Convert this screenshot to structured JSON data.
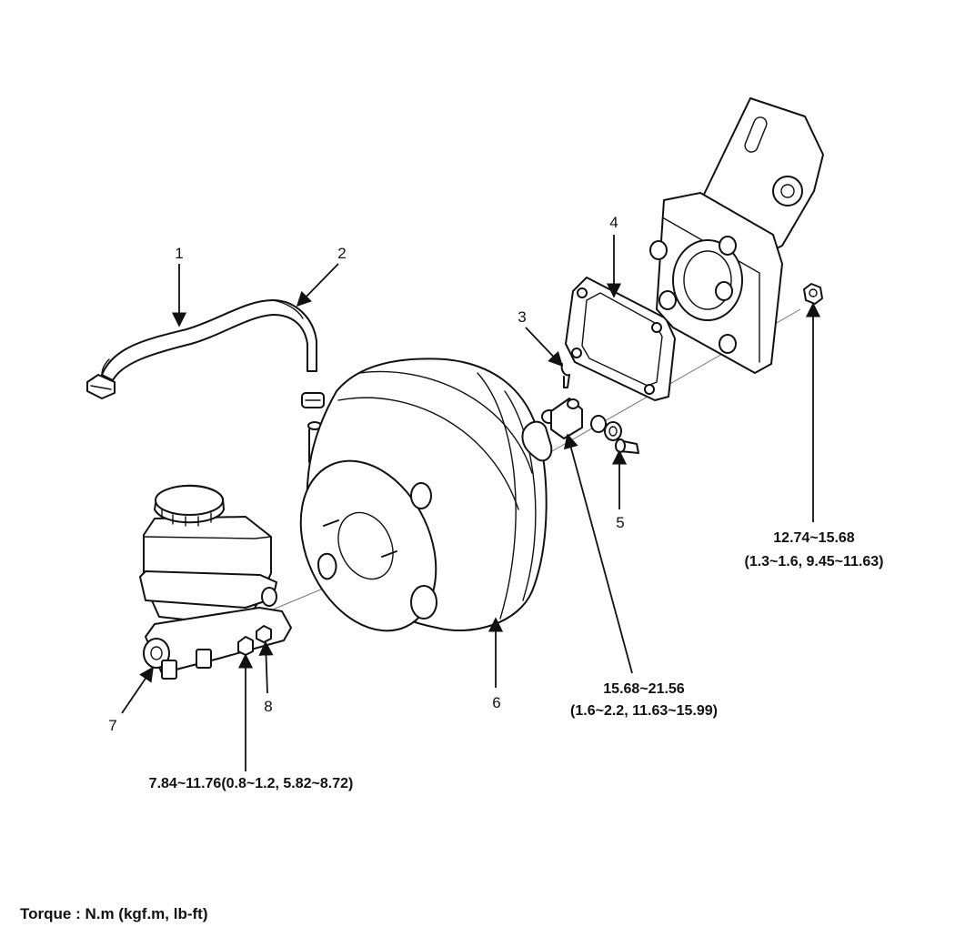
{
  "callouts": {
    "c1": "1",
    "c2": "2",
    "c3": "3",
    "c4": "4",
    "c5": "5",
    "c6": "6",
    "c7": "7",
    "c8": "8"
  },
  "torque_specs": {
    "bracket_nut_value": "12.74~15.68",
    "bracket_nut_alt": "(1.3~1.6, 9.45~11.63)",
    "clevis_value": "15.68~21.56",
    "clevis_alt": "(1.6~2.2, 11.63~15.99)",
    "master_cylinder_nut": "7.84~11.76(0.8~1.2, 5.82~8.72)"
  },
  "legend": "Torque : N.m (kgf.m, lb-ft)"
}
